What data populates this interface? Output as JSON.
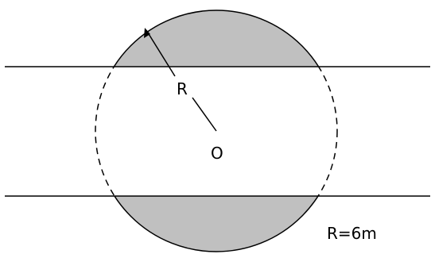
{
  "labels": {
    "radius": "R",
    "center": "O",
    "radius_value": "R=6m"
  },
  "colors": {
    "shade": "#c0c0c0",
    "stroke": "#000000",
    "background": "#ffffff"
  }
}
